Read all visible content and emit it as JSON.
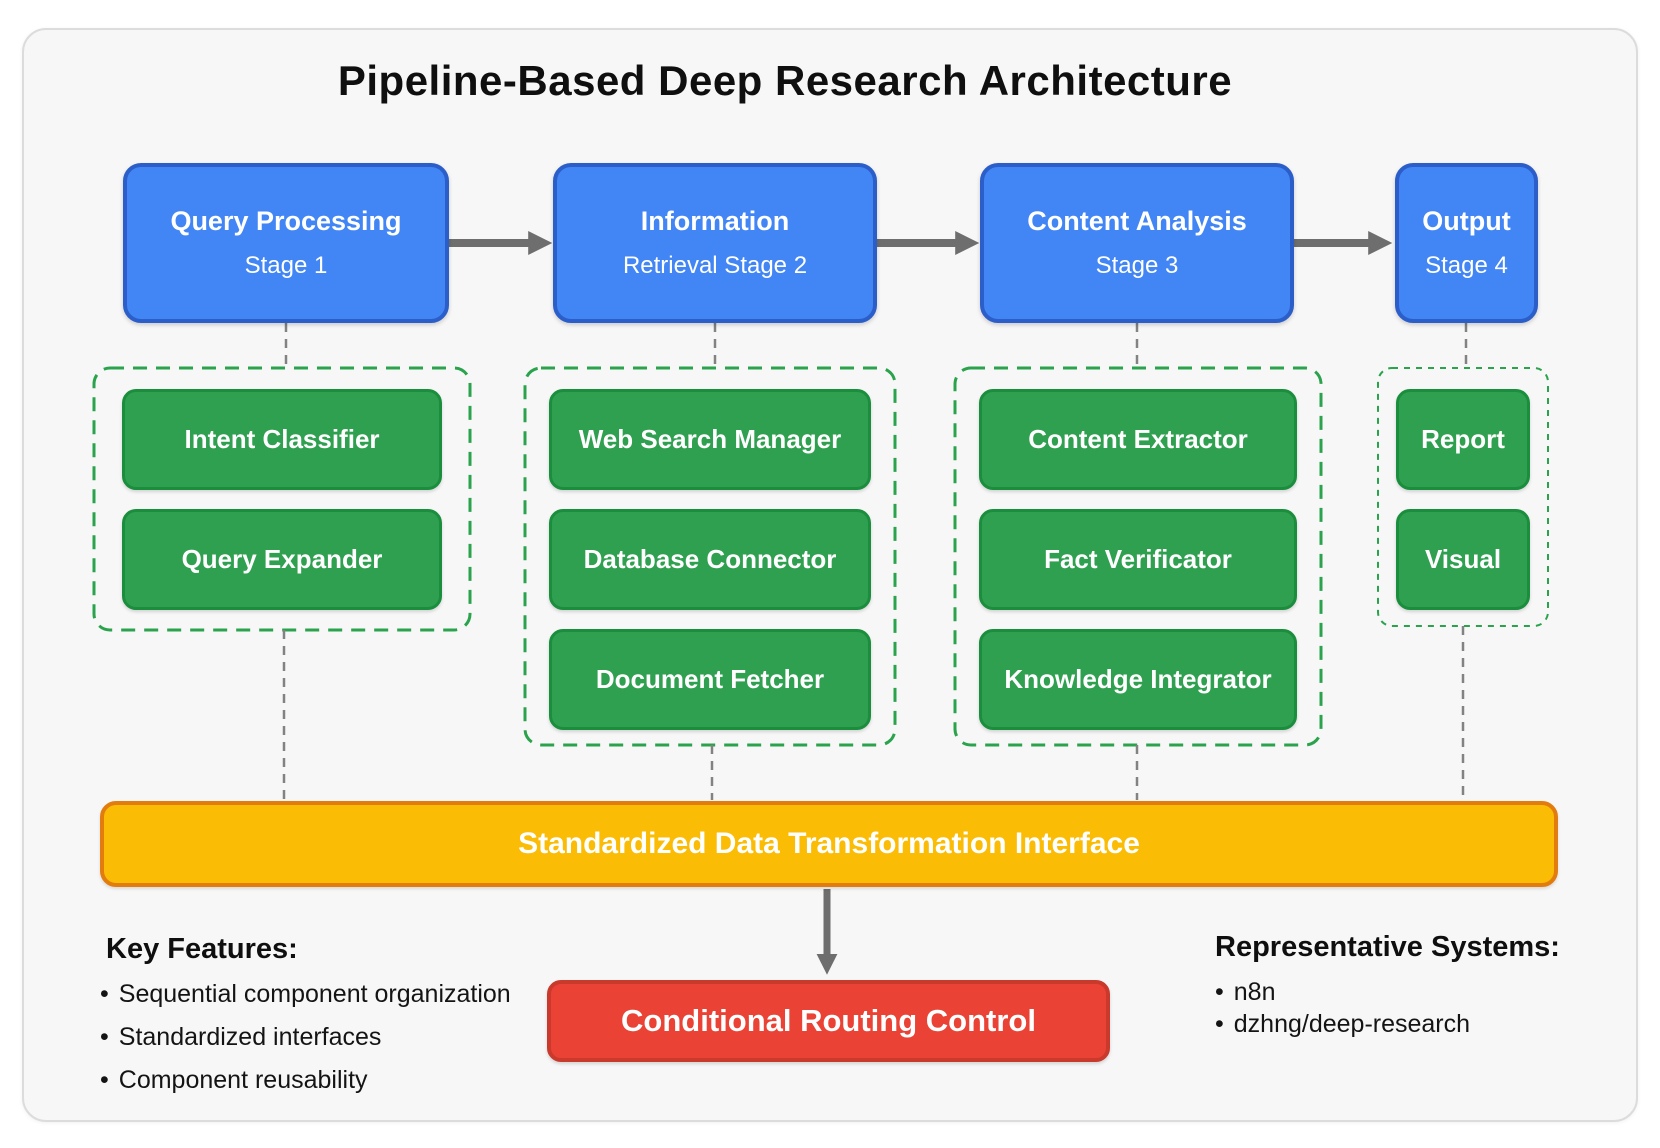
{
  "title": "Pipeline-Based Deep Research Architecture",
  "stages": [
    {
      "name": "Query Processing",
      "stage_label": "Stage 1",
      "components": [
        "Intent Classifier",
        "Query Expander"
      ]
    },
    {
      "name": "Information",
      "stage_label": "Retrieval Stage 2",
      "components": [
        "Web Search Manager",
        "Database Connector",
        "Document Fetcher"
      ]
    },
    {
      "name": "Content Analysis",
      "stage_label": "Stage 3",
      "components": [
        "Content Extractor",
        "Fact Verificator",
        "Knowledge Integrator"
      ]
    },
    {
      "name": "Output",
      "stage_label": "Stage 4",
      "components": [
        "Report",
        "Visual"
      ]
    }
  ],
  "interface_bar": {
    "label": "Standardized Data Transformation Interface"
  },
  "routing_control": {
    "label": "Conditional Routing Control"
  },
  "key_features": {
    "heading": "Key Features:",
    "items": [
      "Sequential component organization",
      "Standardized interfaces",
      "Component reusability"
    ]
  },
  "representative_systems": {
    "heading": "Representative Systems:",
    "items": [
      "n8n",
      "dzhng/deep-research"
    ]
  },
  "ui": {
    "bullet": "•"
  },
  "colors": {
    "stage_fill": "#4285f4",
    "stage_border": "#2b5ec9",
    "component_fill": "#2fa050",
    "component_border": "#1b8e3e",
    "group_outline": "#2aa34c",
    "interface_fill": "#fbbc05",
    "interface_border": "#e27c0e",
    "routing_fill": "#ea4335",
    "routing_border": "#c9392c",
    "connector_gray": "#6e6e6e",
    "canvas_background": "#f7f7f8"
  }
}
